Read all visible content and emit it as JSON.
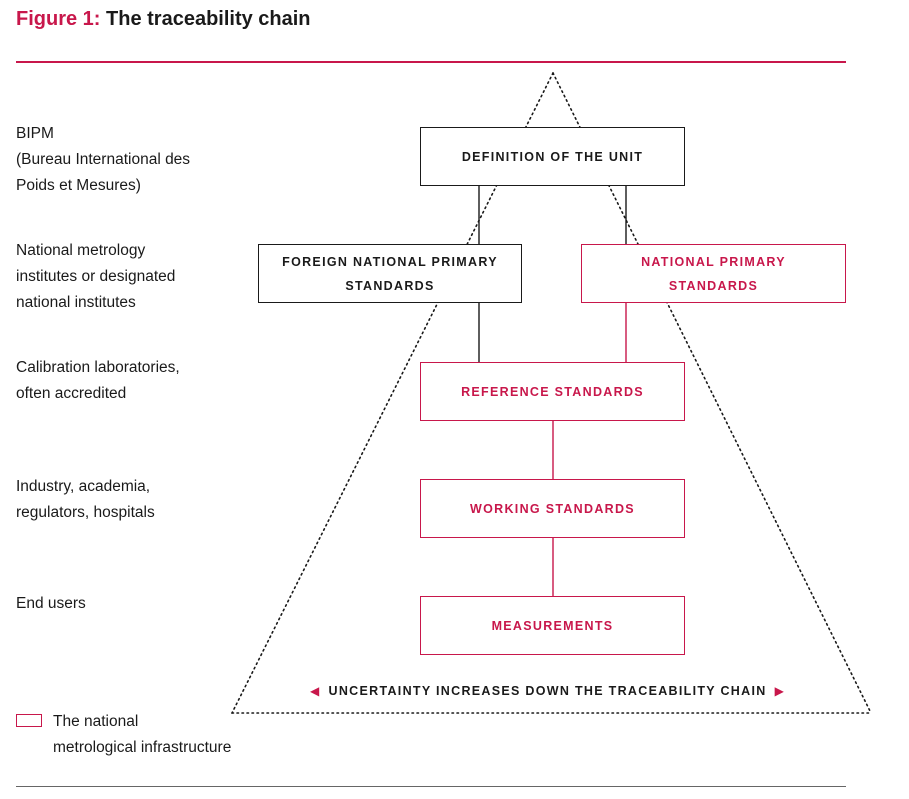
{
  "figure": {
    "label": "Figure 1:",
    "title": "The traceability chain"
  },
  "levels": [
    {
      "lines": [
        "BIPM",
        "(Bureau International des",
        "Poids et Mesures)"
      ]
    },
    {
      "lines": [
        "National metrology",
        "institutes or designated",
        "national institutes"
      ]
    },
    {
      "lines": [
        "Calibration laboratories,",
        "often accredited"
      ]
    },
    {
      "lines": [
        "Industry, academia,",
        "regulators, hospitals"
      ]
    },
    {
      "lines": [
        "End users"
      ]
    }
  ],
  "boxes": {
    "definition": {
      "lines": [
        "DEFINITION OF THE UNIT"
      ],
      "national": false
    },
    "foreign_primary": {
      "lines": [
        "FOREIGN NATIONAL PRIMARY",
        "STANDARDS"
      ],
      "national": false
    },
    "national_primary": {
      "lines": [
        "NATIONAL PRIMARY",
        "STANDARDS"
      ],
      "national": true
    },
    "reference": {
      "lines": [
        "REFERENCE STANDARDS"
      ],
      "national": true
    },
    "working": {
      "lines": [
        "WORKING STANDARDS"
      ],
      "national": true
    },
    "measurements": {
      "lines": [
        "MEASUREMENTS"
      ],
      "national": true
    }
  },
  "uncertainty_note": "UNCERTAINTY INCREASES DOWN THE TRACEABILITY CHAIN",
  "legend": {
    "lines": [
      "The national",
      "metrological infrastructure"
    ]
  },
  "colors": {
    "accent": "#c8174b",
    "text": "#1a1a1a",
    "rule": "#666666"
  },
  "icons": {
    "left_arrow": "left-triangle-icon",
    "right_arrow": "right-triangle-icon",
    "legend": "outlined-rectangle-icon"
  }
}
